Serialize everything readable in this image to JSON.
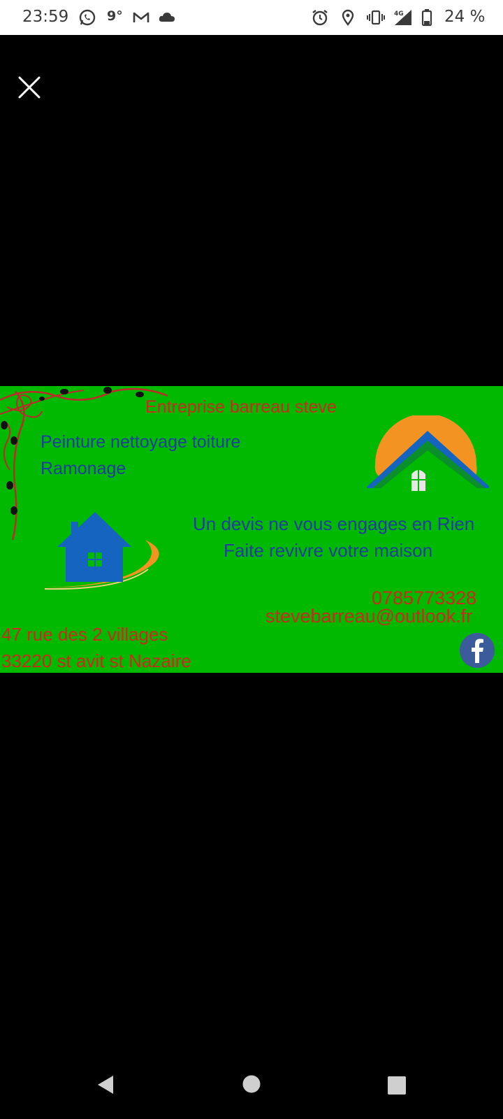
{
  "status_bar": {
    "time": "23:59",
    "temperature": "9°",
    "battery": "24 %",
    "network": "4G",
    "icons": [
      "whatsapp-icon",
      "gmail-icon",
      "cloud-icon",
      "alarm-icon",
      "location-icon",
      "vibrate-icon",
      "signal-icon",
      "battery-icon"
    ]
  },
  "viewer": {
    "close_icon": "close-icon"
  },
  "card": {
    "company": "Entreprise barreau steve",
    "services_line1": "Peinture nettoyage toiture",
    "services_line2": "Ramonage",
    "slogan_line1": "Un devis ne vous engages en Rien",
    "slogan_line2": "Faite revivre votre maison",
    "phone": "0785773328",
    "email": "stevebarreau@outlook.fr",
    "address_line1": "47 rue des 2 villages",
    "address_line2": "33220 st avit st Nazaire",
    "colors": {
      "background": "#00b900",
      "red_text": "#cc2a1a",
      "blue_text": "#1f3f9c",
      "house_blue": "#1565c0",
      "swoosh_orange": "#f39322"
    }
  },
  "nav_bar": {
    "icons": [
      "back-icon",
      "home-icon",
      "recents-icon"
    ]
  }
}
